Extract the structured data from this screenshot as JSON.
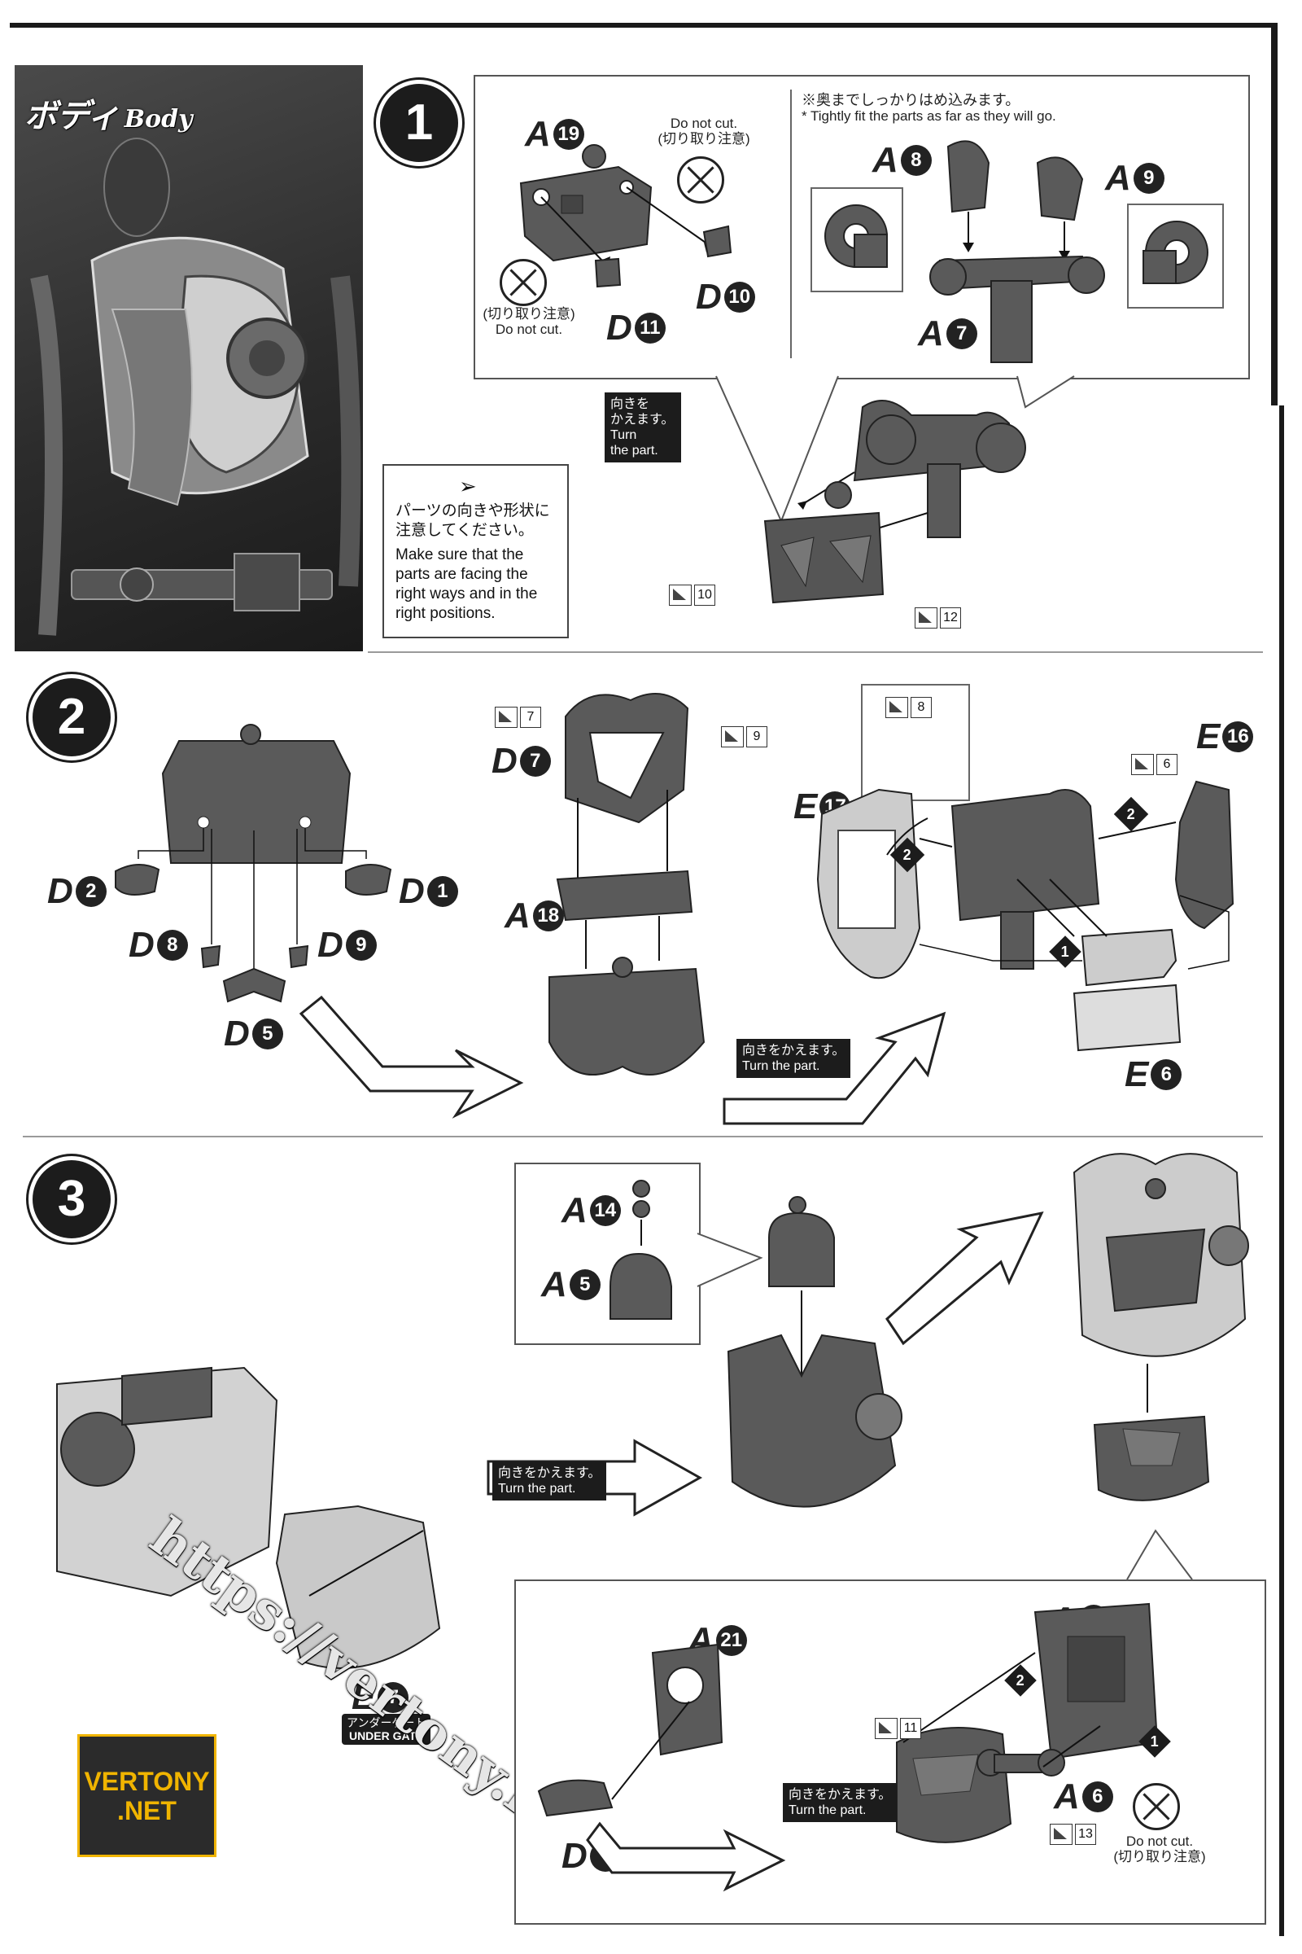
{
  "section_title": {
    "ja": "ボディ",
    "en": "Body"
  },
  "steps": [
    "1",
    "2",
    "3"
  ],
  "step1": {
    "fit_note_ja": "※奥までしっかりはめ込みます。",
    "fit_note_en": "* Tightly fit the parts as far as they will go.",
    "do_not_cut_en": "Do not cut.",
    "do_not_cut_ja": "(切り取り注意)",
    "turn_ja": "向きを\nかえます。",
    "turn_en": "Turn\nthe part.",
    "caution_ja": "パーツの向きや形状に\n注意してください。",
    "caution_en": "Make sure that the\nparts are facing the\nright ways and in the\nright positions.",
    "gate_marks": [
      "10",
      "12"
    ]
  },
  "step2": {
    "turn_ja": "向きをかえます。",
    "turn_en": "Turn the part.",
    "gate_marks": [
      "7",
      "9",
      "8",
      "6"
    ],
    "order_marks": [
      "2",
      "2",
      "1"
    ]
  },
  "step3": {
    "turn_ja": "向きをかえます。",
    "turn_en": "Turn the part.",
    "under_gate_ja": "アンダーゲート",
    "under_gate_en": "UNDER GATE",
    "gate_marks": [
      "11",
      "13"
    ],
    "order_marks": [
      "2",
      "1"
    ],
    "do_not_cut_en": "Do not cut.",
    "do_not_cut_ja": "(切り取り注意)"
  },
  "parts": {
    "a19": {
      "letter": "A",
      "num": "19"
    },
    "d11": {
      "letter": "D",
      "num": "11"
    },
    "d10": {
      "letter": "D",
      "num": "10"
    },
    "a8": {
      "letter": "A",
      "num": "8"
    },
    "a9": {
      "letter": "A",
      "num": "9"
    },
    "a7": {
      "letter": "A",
      "num": "7"
    },
    "d2": {
      "letter": "D",
      "num": "2"
    },
    "d1": {
      "letter": "D",
      "num": "1"
    },
    "d8": {
      "letter": "D",
      "num": "8"
    },
    "d9": {
      "letter": "D",
      "num": "9"
    },
    "d5": {
      "letter": "D",
      "num": "5"
    },
    "d7": {
      "letter": "D",
      "num": "7"
    },
    "a18": {
      "letter": "A",
      "num": "18"
    },
    "e17": {
      "letter": "E",
      "num": "17"
    },
    "e16": {
      "letter": "E",
      "num": "16"
    },
    "e6": {
      "letter": "E",
      "num": "6"
    },
    "a14": {
      "letter": "A",
      "num": "14"
    },
    "a5": {
      "letter": "A",
      "num": "5"
    },
    "e7": {
      "letter": "E",
      "num": "7"
    },
    "a21": {
      "letter": "A",
      "num": "21"
    },
    "d6": {
      "letter": "D",
      "num": "6"
    },
    "a20": {
      "letter": "A",
      "num": "20"
    },
    "a6": {
      "letter": "A",
      "num": "6"
    }
  },
  "watermark": {
    "url": "https://vertony.net/",
    "logo": "VERTONY\n.NET"
  },
  "colors": {
    "part": "#5a5a5a",
    "part_light": "#bdbdbd",
    "ink": "#1a1a1a",
    "logo_bg": "#2b2b2b",
    "logo_fg": "#f0b400"
  }
}
